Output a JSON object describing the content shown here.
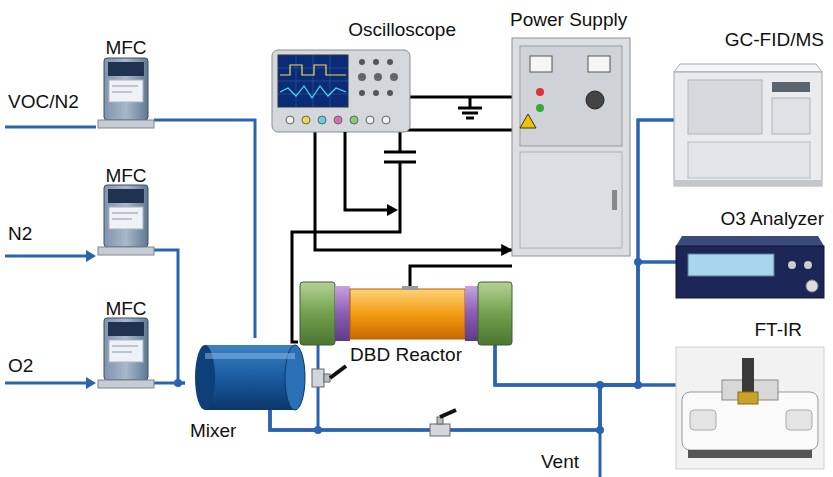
{
  "diagram": {
    "nodes": [
      {
        "text": [
          "MFC"
        ]
      },
      {
        "text": [
          "Oscilloscope"
        ]
      },
      {
        "text": [
          "Power Supply"
        ]
      },
      {
        "text": [
          "GC-FID/MS"
        ]
      },
      {
        "text": [
          "MFC"
        ]
      },
      {
        "text": [
          "O3 Analyzer"
        ]
      },
      {
        "text": [
          "DBD Reactor"
        ]
      },
      {
        "text": [
          "MFC"
        ]
      },
      {
        "text": [
          "Mixer"
        ]
      },
      {
        "text": [
          "FT-IR"
        ]
      }
    ],
    "edges": [
      {
        "from": 0,
        "to": 8,
        "arrow": "none"
      },
      {
        "from": 4,
        "to": 8,
        "arrow": "none"
      },
      {
        "from": 7,
        "to": 8,
        "arrow": "none"
      },
      {
        "from": 8,
        "to": 6,
        "arrow": "none"
      },
      {
        "from": 8,
        "to": 3,
        "arrow": "none"
      },
      {
        "from": 8,
        "to": 5,
        "arrow": "none"
      },
      {
        "from": 8,
        "to": 9,
        "arrow": "none"
      },
      {
        "from": 6,
        "to": 3,
        "arrow": "none"
      },
      {
        "from": 6,
        "to": 5,
        "arrow": "none"
      },
      {
        "from": 6,
        "to": 9,
        "arrow": "none"
      },
      {
        "from": 2,
        "to": 6,
        "arrow": "none"
      },
      {
        "from": 1,
        "to": 2,
        "arrow": "none"
      },
      {
        "from": 1,
        "to": 2,
        "arrow": "to"
      },
      {
        "from": 6,
        "to": 2,
        "arrow": "none"
      }
    ],
    "labels": [
      "VOC/N2",
      "N2",
      "O2",
      "Vent"
    ]
  }
}
